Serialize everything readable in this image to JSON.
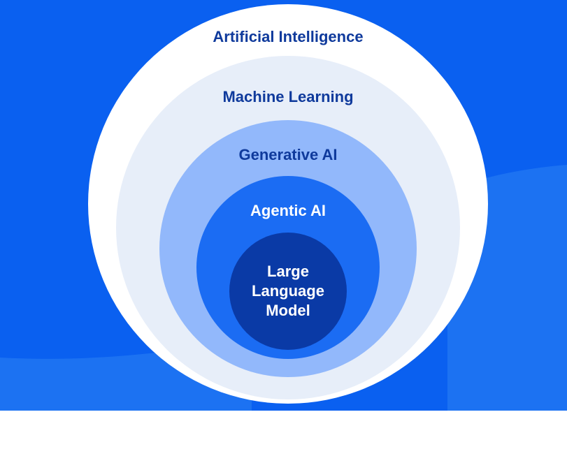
{
  "colors": {
    "background_blue": "#0a60f0",
    "background_wave": "#1c72f2",
    "page_white": "#ffffff",
    "ring_outer": "#ffffff",
    "ring_2": "#e7eef9",
    "ring_3": "#92b8fb",
    "ring_4": "#1b6cf3",
    "core": "#0a3aa6",
    "dark_text": "#0f3a9c",
    "light_text": "#ffffff"
  },
  "rings": [
    {
      "id": "artificial-intelligence",
      "label": "Artificial Intelligence"
    },
    {
      "id": "machine-learning",
      "label": "Machine Learning"
    },
    {
      "id": "generative-ai",
      "label": "Generative AI"
    },
    {
      "id": "agentic-ai",
      "label": "Agentic AI"
    },
    {
      "id": "large-language-model",
      "label_lines": [
        "Large",
        "Language",
        "Model"
      ]
    }
  ]
}
